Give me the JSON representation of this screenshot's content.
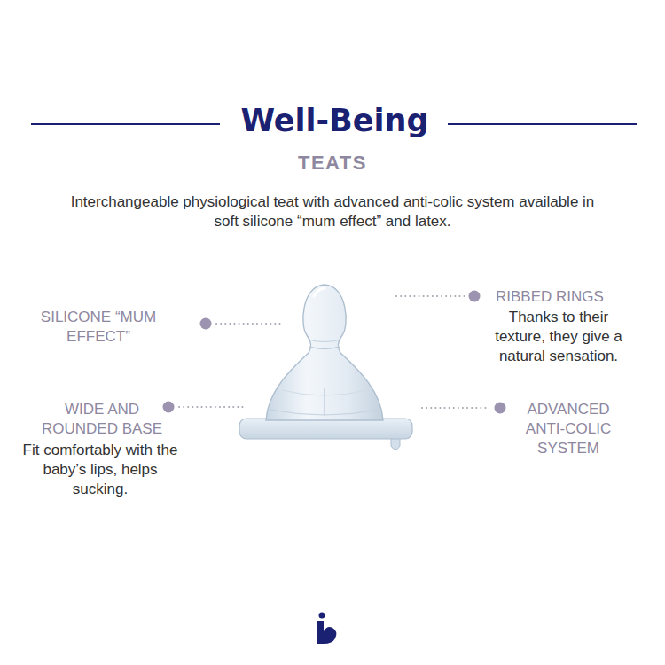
{
  "diagram": {
    "title": "Well-Being",
    "labels": [
      "TEATS",
      "Interchangeable physiological teat with advanced anti-colic system available in soft silicone “mum effect” and latex.",
      "SILICONE “MUM EFFECT”",
      "RIBBED RINGS",
      "Thanks to their texture, they give a natural sensation.",
      "WIDE AND ROUNDED BASE",
      "Fit comfortably with the baby’s lips, helps sucking.",
      "ADVANCED ANTI-COLIC SYSTEM"
    ]
  }
}
